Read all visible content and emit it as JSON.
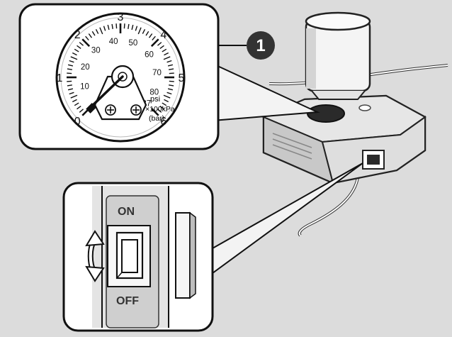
{
  "callout": {
    "number": "1"
  },
  "gauge": {
    "bar_ticks": [
      "0",
      "1",
      "2",
      "3",
      "4",
      "5",
      "6"
    ],
    "psi_ticks": [
      "10",
      "20",
      "30",
      "40",
      "50",
      "60",
      "70",
      "80",
      "87"
    ],
    "unit_psi": "psi",
    "unit_kpa": "×100kPa",
    "unit_bar": "(bar)",
    "reading_bar": 0
  },
  "switch": {
    "on_label": "ON",
    "off_label": "OFF"
  },
  "colors": {
    "background": "#dcdcdc",
    "ink": "#111111",
    "badge": "#333333",
    "panel": "#ffffff"
  }
}
